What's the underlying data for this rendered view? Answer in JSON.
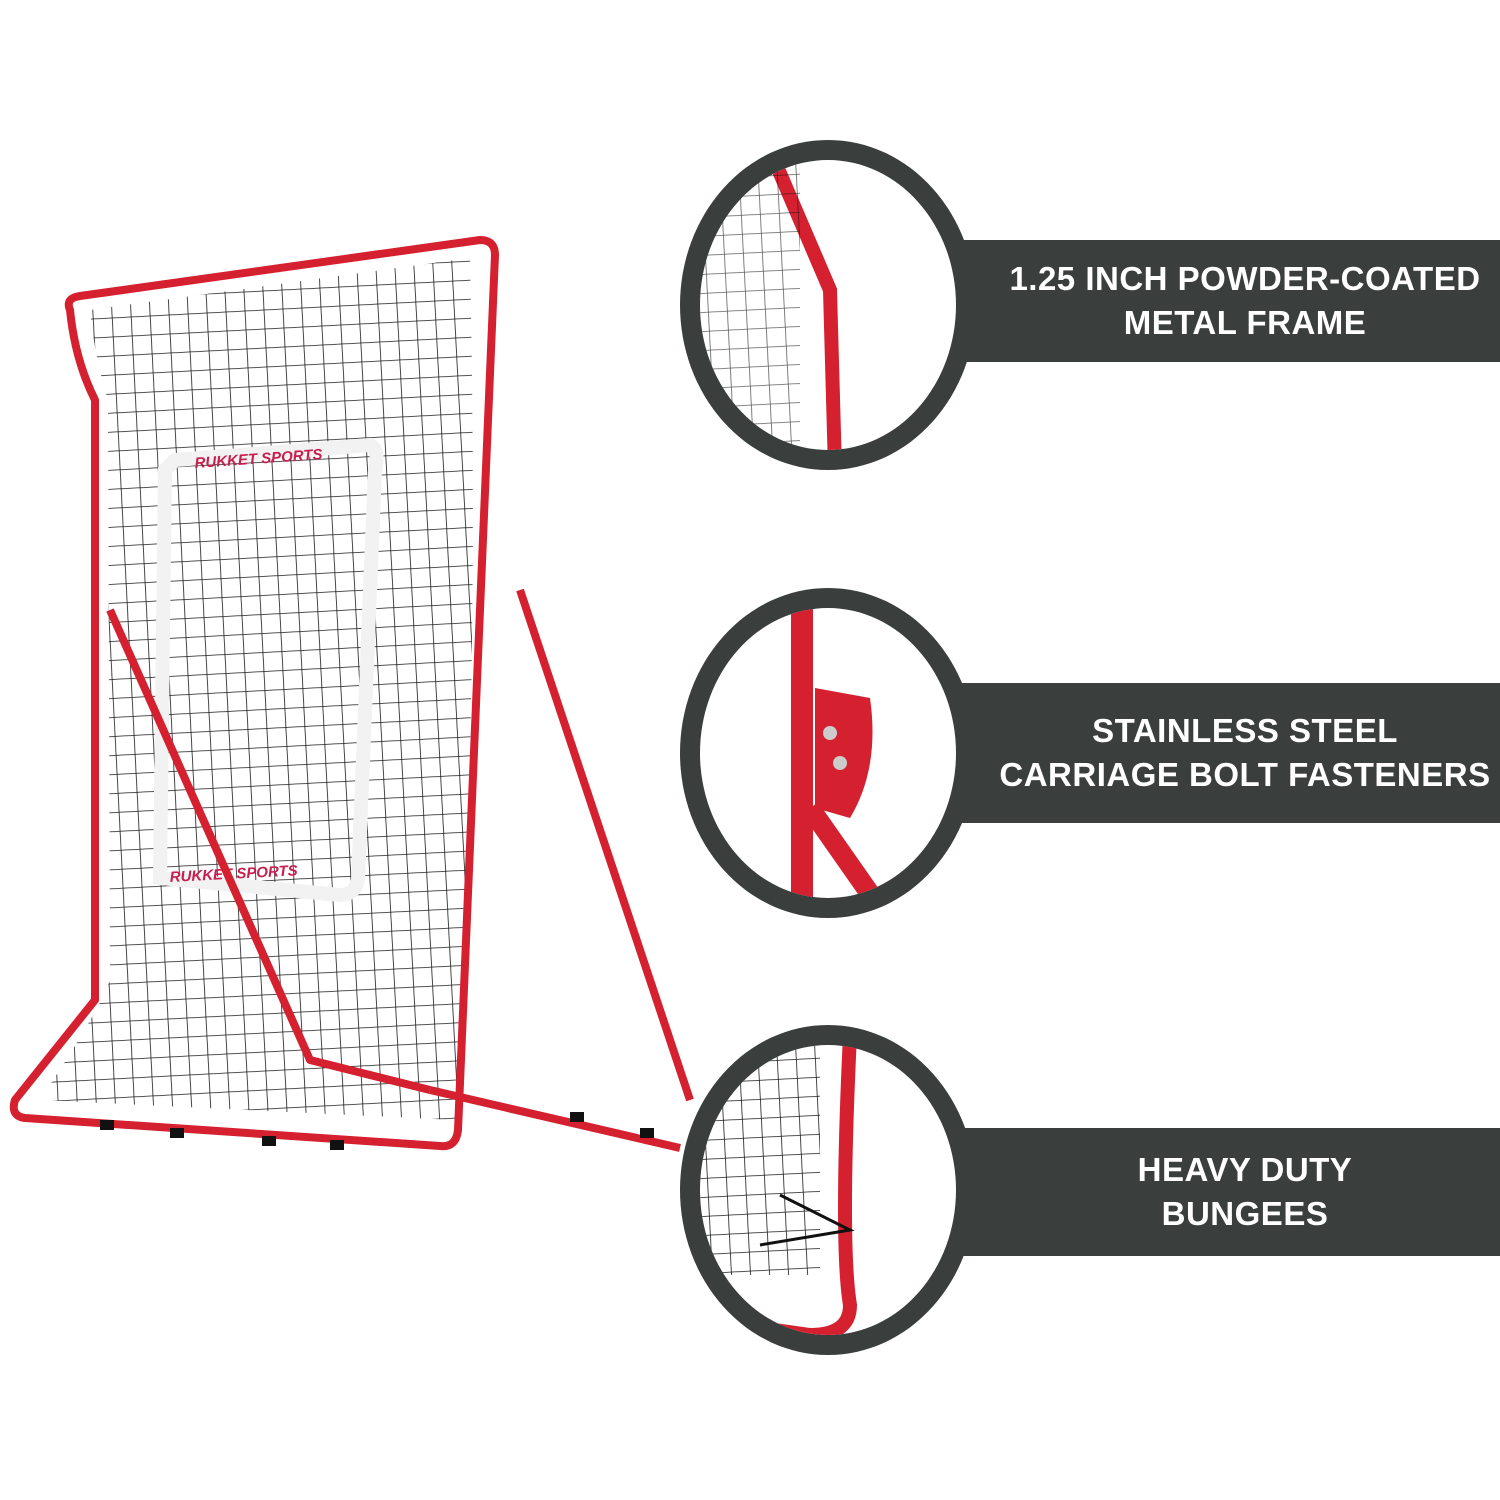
{
  "product": {
    "brand_label": "RUKKET SPORTS",
    "frame_color": "#d4202f",
    "net_color": "#1a1a1a"
  },
  "features": [
    {
      "line1": "1.25 INCH POWDER-COATED",
      "line2": "METAL FRAME",
      "icon": "frame-closeup"
    },
    {
      "line1": "STAINLESS STEEL",
      "line2": "CARRIAGE BOLT FASTENERS",
      "icon": "bolt-closeup"
    },
    {
      "line1": "HEAVY DUTY",
      "line2": "BUNGEES",
      "icon": "bungee-closeup"
    }
  ],
  "colors": {
    "panel": "#3a3f3e",
    "text": "#ffffff"
  }
}
